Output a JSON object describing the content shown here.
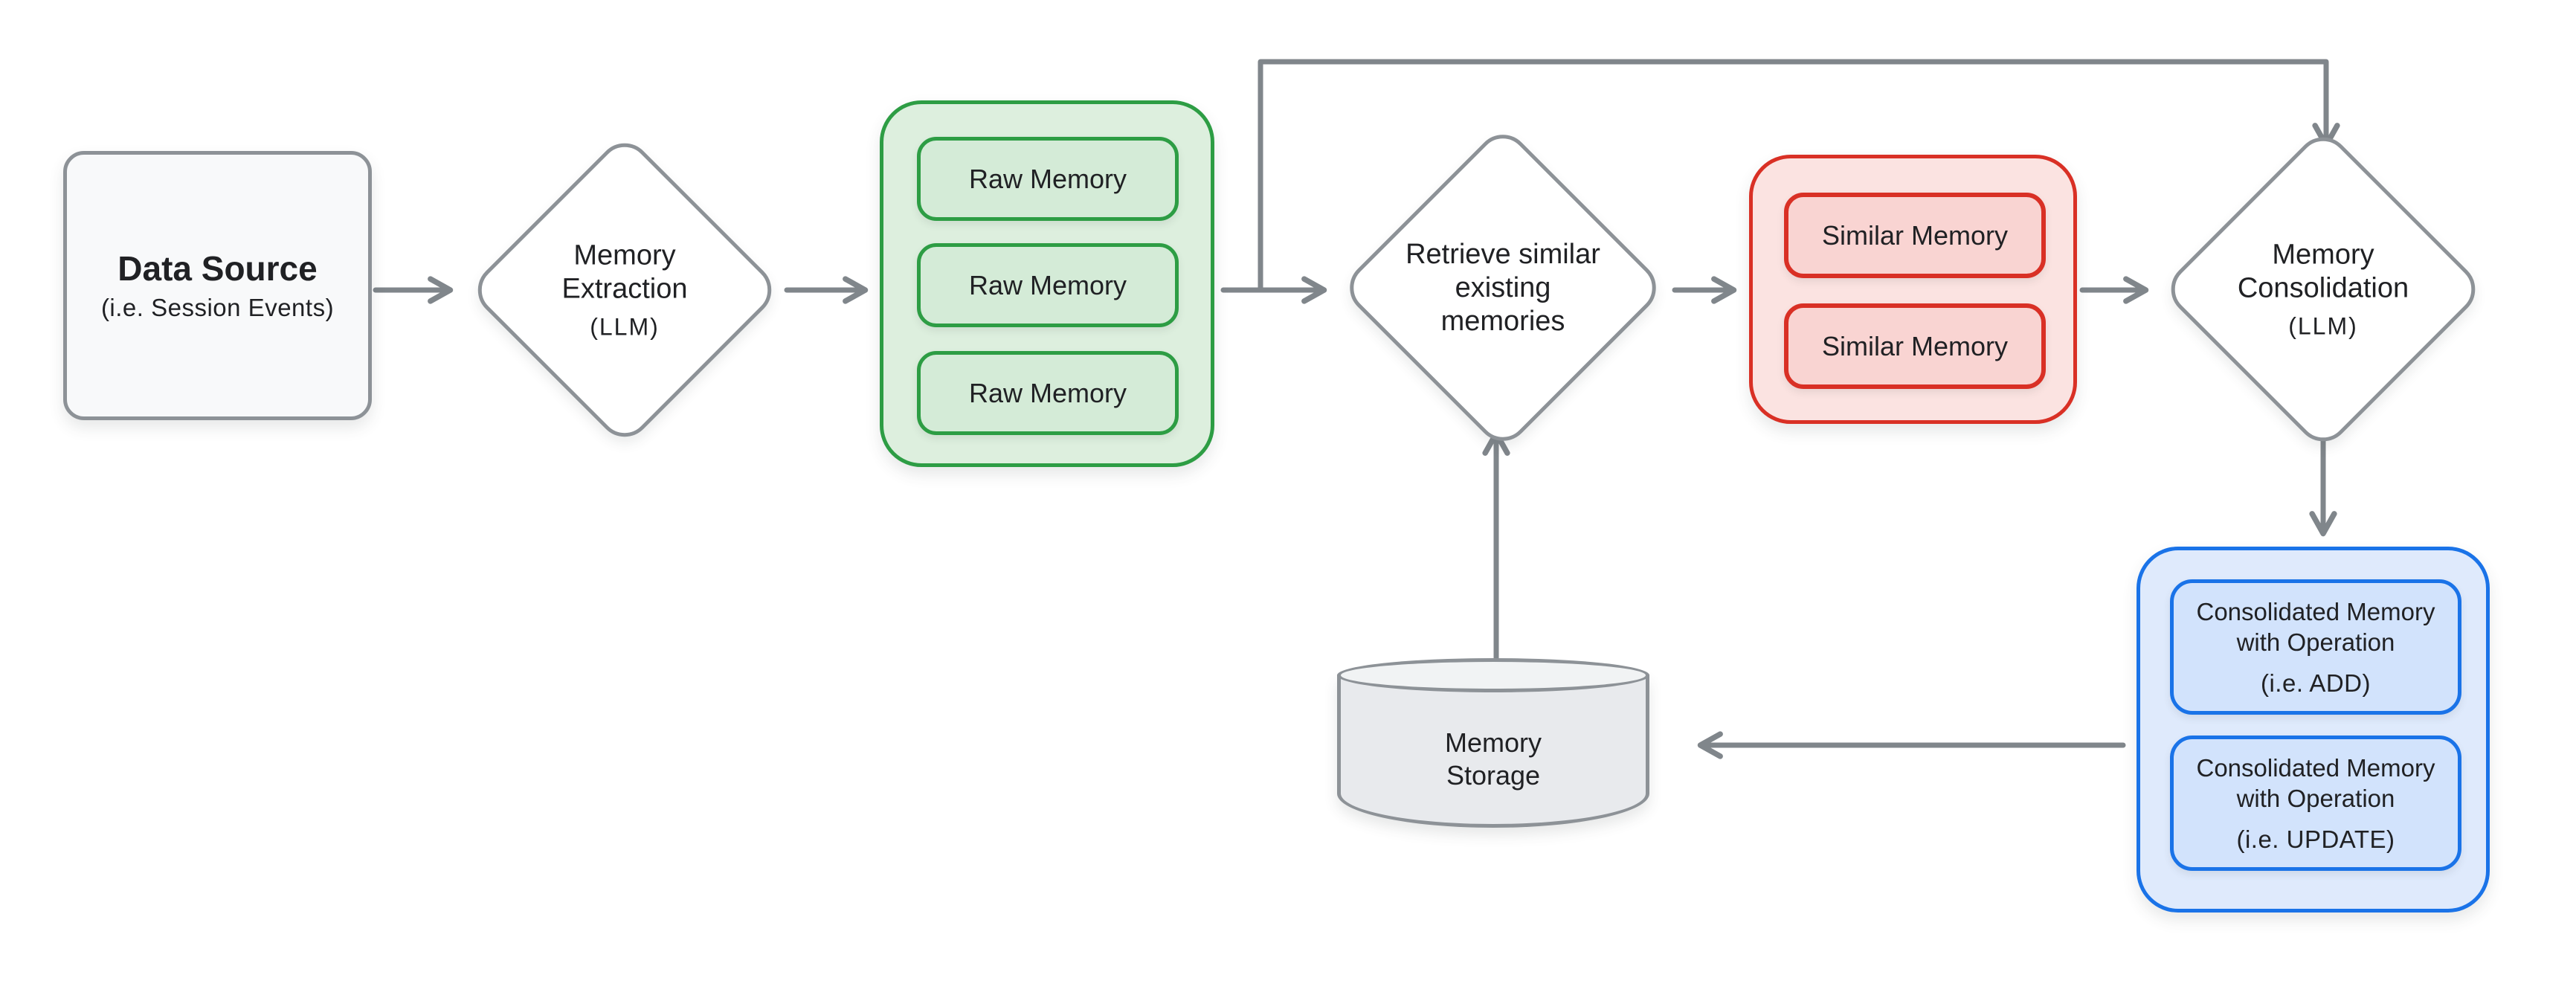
{
  "diagram": {
    "background": "#ffffff",
    "colors": {
      "arrow": "#80868b",
      "shape_border": "#8d9297",
      "text": "#202124",
      "green_border": "#2d9d44",
      "green_container_bg": "#ddefde",
      "green_item_bg": "#d4ebd7",
      "red_border": "#d93025",
      "red_container_bg": "#fbe3e1",
      "red_item_bg": "#f9d4d2",
      "blue_border": "#1a73e8",
      "blue_container_bg": "#dfeafc",
      "blue_item_bg": "#d2e3fc",
      "neutral_box_bg": "#f8f9fa",
      "cylinder_bg": "#e8eaed",
      "cylinder_top_bg": "#f1f3f4"
    },
    "nodes": {
      "data_source": {
        "title": "Data Source",
        "subtitle": "(i.e. Session Events)"
      },
      "memory_extraction": {
        "lines": [
          "Memory",
          "Extraction"
        ],
        "subtitle": "(LLM)"
      },
      "raw_memories": {
        "items": [
          "Raw Memory",
          "Raw Memory",
          "Raw Memory"
        ]
      },
      "retrieve_similar": {
        "lines": [
          "Retrieve similar",
          "existing",
          "memories"
        ]
      },
      "similar_memories": {
        "items": [
          "Similar Memory",
          "Similar Memory"
        ]
      },
      "memory_consolidation": {
        "lines": [
          "Memory",
          "Consolidation"
        ],
        "subtitle": "(LLM)"
      },
      "consolidated_memories": {
        "items": [
          {
            "lines": [
              "Consolidated Memory",
              "with Operation"
            ],
            "subtitle": "(i.e. ADD)"
          },
          {
            "lines": [
              "Consolidated Memory",
              "with Operation"
            ],
            "subtitle": "(i.e. UPDATE)"
          }
        ]
      },
      "memory_storage": {
        "lines": [
          "Memory",
          "Storage"
        ]
      }
    }
  }
}
